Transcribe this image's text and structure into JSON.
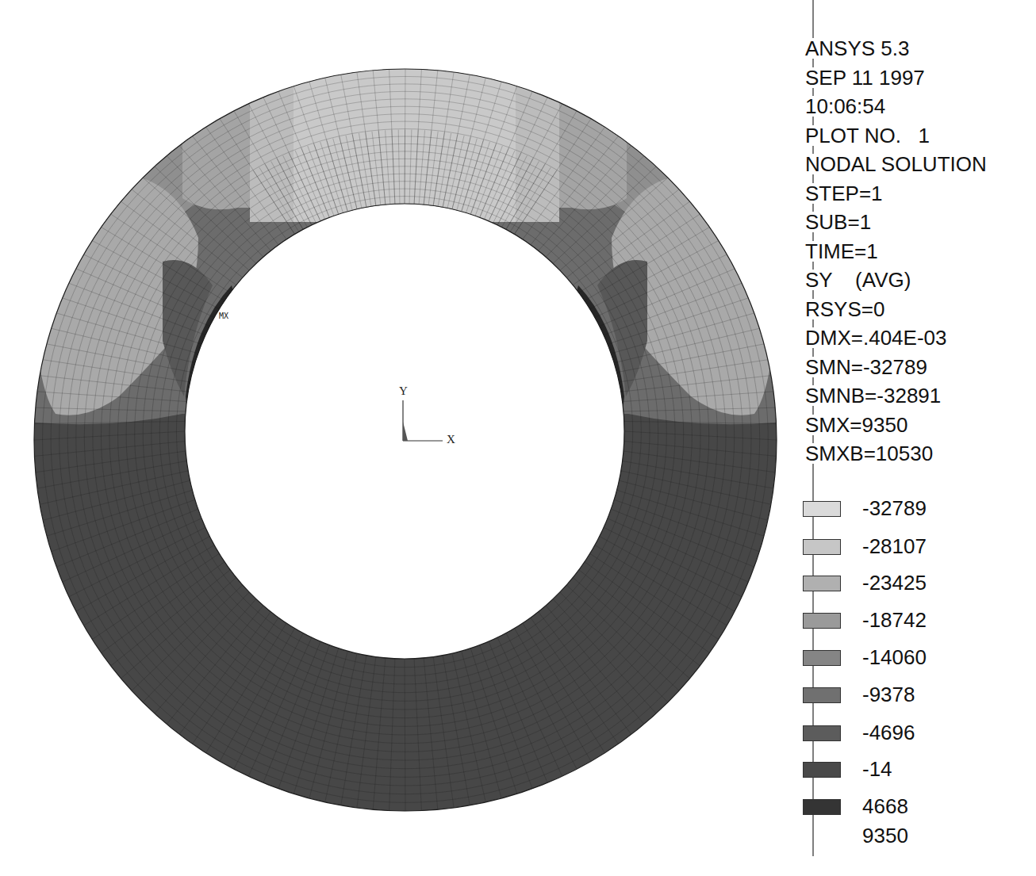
{
  "diagram": {
    "labels": [
      "ANSYS 5.3",
      "SEP 11 1997",
      "10:06:54",
      "PLOT NO.   1",
      "NODAL SOLUTION",
      "STEP=1",
      "SUB=1",
      "TIME=1",
      "SY    (AVG)",
      "RSYS=0",
      "DMX=.404E-03",
      "SMN=-32789",
      "SMNB=-32891",
      "SMX=9350",
      "SMXB=10530",
      "MX",
      "Y",
      "X",
      "9350"
    ],
    "legend": [
      {
        "text": "-32789",
        "color": "#dadada"
      },
      {
        "text": "-28107",
        "color": "#c6c6c6"
      },
      {
        "text": "-23425",
        "color": "#b0b0b0"
      },
      {
        "text": "-18742",
        "color": "#9a9a9a"
      },
      {
        "text": "-14060",
        "color": "#858585"
      },
      {
        "text": "-9378",
        "color": "#707070"
      },
      {
        "text": "-4696",
        "color": "#5c5c5c"
      },
      {
        "text": "-14",
        "color": "#494949"
      },
      {
        "text": "4668",
        "color": "#343434"
      }
    ]
  }
}
